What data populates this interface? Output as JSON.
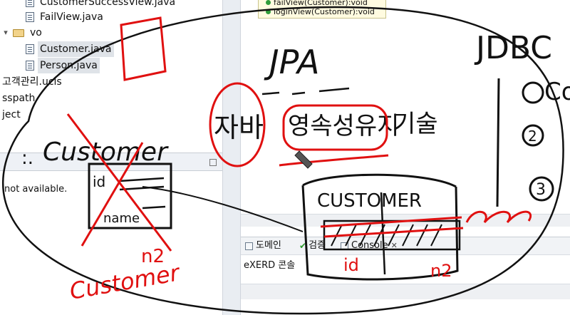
{
  "project_tree": {
    "items": [
      {
        "label": "CustomerSuccessView.java",
        "type": "file"
      },
      {
        "label": "FailView.java",
        "type": "file"
      },
      {
        "label": "vo",
        "type": "folder",
        "expanded": true
      },
      {
        "label": "Customer.java",
        "type": "file",
        "selected": true
      },
      {
        "label": "Person.java",
        "type": "file",
        "selected": true
      },
      {
        "label": "고객관리.ucls",
        "type": "file"
      },
      {
        "label": "sspath",
        "type": "file"
      },
      {
        "label": "ject",
        "type": "file"
      }
    ]
  },
  "outline": {
    "items": [
      {
        "label": "failView(Customer):void"
      },
      {
        "label": "loginView(Customer):void"
      }
    ]
  },
  "left_bottom": {
    "status": "not available."
  },
  "bottom_tabs": {
    "items": [
      {
        "label": "도메인",
        "icon": "domain-icon"
      },
      {
        "label": "검증",
        "icon": "check-icon"
      },
      {
        "label": "Console",
        "icon": "console-icon",
        "active": true,
        "close": "✕"
      }
    ]
  },
  "console": {
    "title": "eXERD 콘솔"
  },
  "annotations": {
    "jpa": "JPA",
    "jdbc": "JDBC",
    "jdbc_step1": "Co",
    "jdbc_step2": "2",
    "jdbc_step3": "3",
    "java_word": "자바",
    "persistence": "영속성유지",
    "tech": "기술",
    "customer_title": "Customer",
    "customer_upper": "CUSTOMER",
    "field_id": "id",
    "field_name": "name",
    "n2_left": "n2",
    "customer_red": "Customer",
    "id_red": "id",
    "n2_right": "n2",
    "colon_mark": ":."
  },
  "colors": {
    "ink_black": "#111111",
    "ink_red": "#e01010",
    "selection": "#dfe3e8"
  }
}
